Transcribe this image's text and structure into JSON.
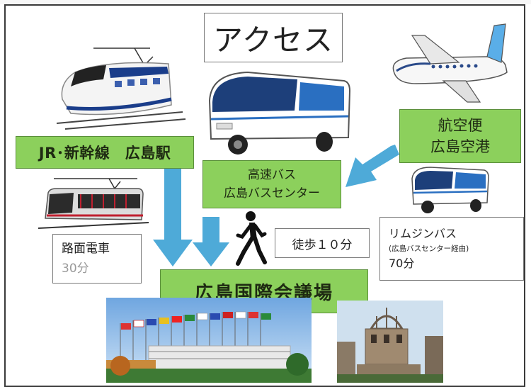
{
  "title": "アクセス",
  "nodes": {
    "jr_station": "JR･新幹線　広島駅",
    "airport": {
      "line1": "航空便",
      "line2": "広島空港"
    },
    "bus_center": {
      "line1": "高速バス",
      "line2": "広島バスセンター"
    },
    "walk": "徒歩１０分",
    "tram": {
      "line1": "路面電車",
      "line2": "30分"
    },
    "limousine": {
      "line1": "リムジンバス",
      "line2": "(広島バスセンター経由)",
      "line3": "70分"
    },
    "venue": "広島国際会議場"
  },
  "icons": [
    "shinkansen-icon",
    "bus-icon",
    "airplane-icon",
    "tram-icon",
    "limousine-bus-icon",
    "walking-person-icon"
  ],
  "colors": {
    "node_green": "#8cd05c",
    "arrow_blue": "#4eaad8",
    "bus_blue": "#1f5fa8",
    "sky_blue": "#7fb4e6"
  }
}
